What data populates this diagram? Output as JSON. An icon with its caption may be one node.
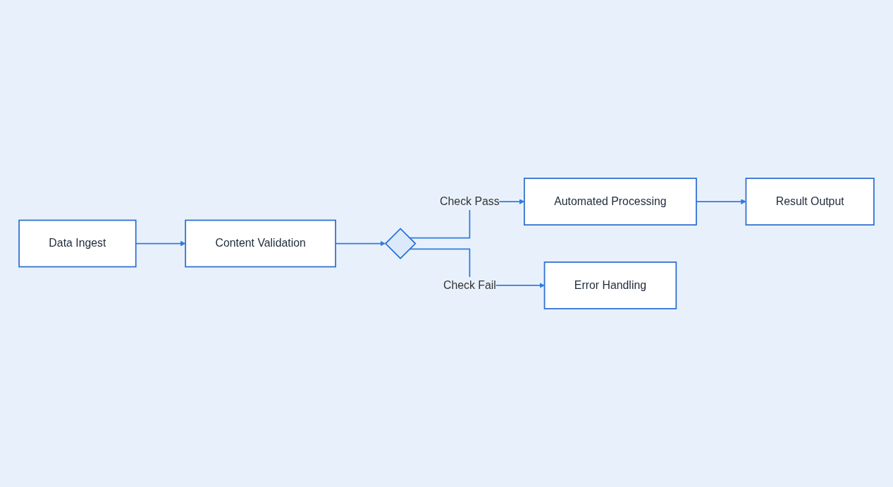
{
  "diagram": {
    "nodes": [
      {
        "text": [
          "Data Ingest"
        ]
      },
      {
        "text": [
          "Content Validation"
        ]
      },
      {
        "text": [],
        "shape": "diamond"
      },
      {
        "text": [
          "Automated Processing"
        ]
      },
      {
        "text": [
          "Result Output"
        ]
      },
      {
        "text": [
          "Error Handling"
        ]
      }
    ],
    "edges": [
      {
        "from": 0,
        "to": 1,
        "arrow": "to"
      },
      {
        "from": 1,
        "to": 2,
        "arrow": "to"
      },
      {
        "from": 2,
        "to": 3,
        "arrow": "to",
        "label": "Check Pass"
      },
      {
        "from": 2,
        "to": 5,
        "arrow": "to",
        "label": "Check Fail"
      },
      {
        "from": 3,
        "to": 4,
        "arrow": "to"
      }
    ]
  }
}
